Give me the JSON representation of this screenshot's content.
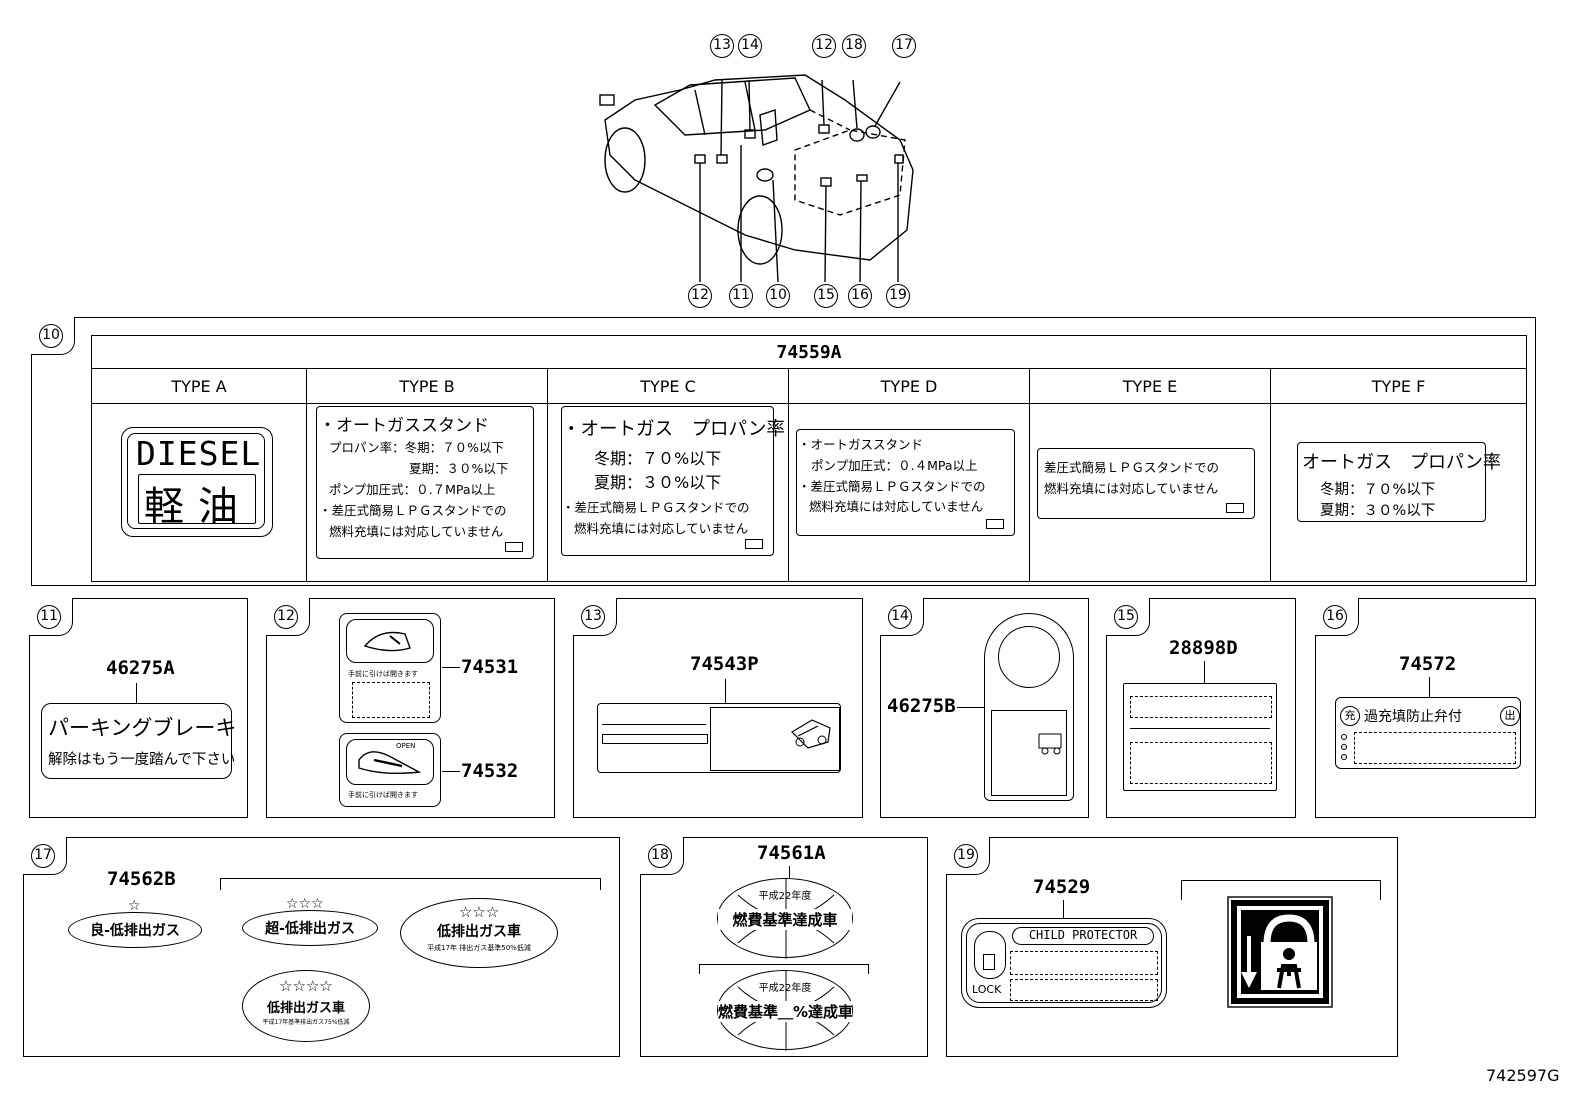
{
  "diagram_code": "742597G",
  "callouts_top": [
    "13",
    "14",
    "12",
    "18",
    "17"
  ],
  "callouts_bottom": [
    "12",
    "11",
    "10",
    "15",
    "16",
    "19"
  ],
  "box10": {
    "num": "10",
    "part": "74559A",
    "types": [
      "TYPE A",
      "TYPE B",
      "TYPE C",
      "TYPE D",
      "TYPE E",
      "TYPE F"
    ],
    "type_a": {
      "line1": "DIESEL",
      "line2": "軽油"
    },
    "type_b": {
      "l1": "・オートガススタンド",
      "l2": "プロパン率：冬期：７０%以下",
      "l3": "夏期：３０%以下",
      "l4": "ポンプ加圧式：０.７MPa以上",
      "l5": "・差圧式簡易ＬＰＧスタンドでの",
      "l6": "燃料充填には対応していません"
    },
    "type_c": {
      "l1": "・オートガス　プロパン率",
      "l2": "冬期：７０%以下",
      "l3": "夏期：３０%以下",
      "l4": "・差圧式簡易ＬＰＧスタンドでの",
      "l5": "燃料充填には対応していません"
    },
    "type_d": {
      "l1": "・オートガススタンド",
      "l2": "ポンプ加圧式：０.４MPa以上",
      "l3": "・差圧式簡易ＬＰＧスタンドでの",
      "l4": "燃料充填には対応していません"
    },
    "type_e": {
      "l1": "差圧式簡易ＬＰＧスタンドでの",
      "l2": "燃料充填には対応していません"
    },
    "type_f": {
      "l1": "オートガス　プロパン率",
      "l2": "冬期：７０%以下",
      "l3": "夏期：３０%以下"
    }
  },
  "box11": {
    "num": "11",
    "part": "46275A",
    "l1": "パーキングブレーキ",
    "l2": "解除はもう一度踏んで下さい"
  },
  "box12": {
    "num": "12",
    "part_a": "74531",
    "part_b": "74532",
    "tiny": "手前に引けば開きます",
    "open": "OPEN"
  },
  "box13": {
    "num": "13",
    "part": "74543P"
  },
  "box14": {
    "num": "14",
    "part": "46275B"
  },
  "box15": {
    "num": "15",
    "part": "28898D"
  },
  "box16": {
    "num": "16",
    "part": "74572",
    "left_mark": "充",
    "text": "過充填防止弁付",
    "right_mark": "出"
  },
  "box17": {
    "num": "17",
    "part": "74562B",
    "oval1": "良-低排出ガス",
    "oval2": "超-低排出ガス",
    "oval3_a": "低排出ガス車",
    "oval3_b": "平成17年 排出ガス基準50%低減",
    "oval4_a": "低排出ガス車",
    "oval4_b": "平成17年基準排出ガス75%低減",
    "star1": "☆",
    "star2": "☆☆☆",
    "star3": "☆☆☆",
    "star4": "☆☆☆☆"
  },
  "box18": {
    "num": "18",
    "part": "74561A",
    "oval1_a": "平成22年度",
    "oval1_b": "燃費基準達成車",
    "oval2_a": "平成22年度",
    "oval2_b": "燃費基準＿%達成車"
  },
  "box19": {
    "num": "19",
    "part": "74529",
    "title": "CHILD PROTECTOR",
    "lock": "LOCK"
  }
}
